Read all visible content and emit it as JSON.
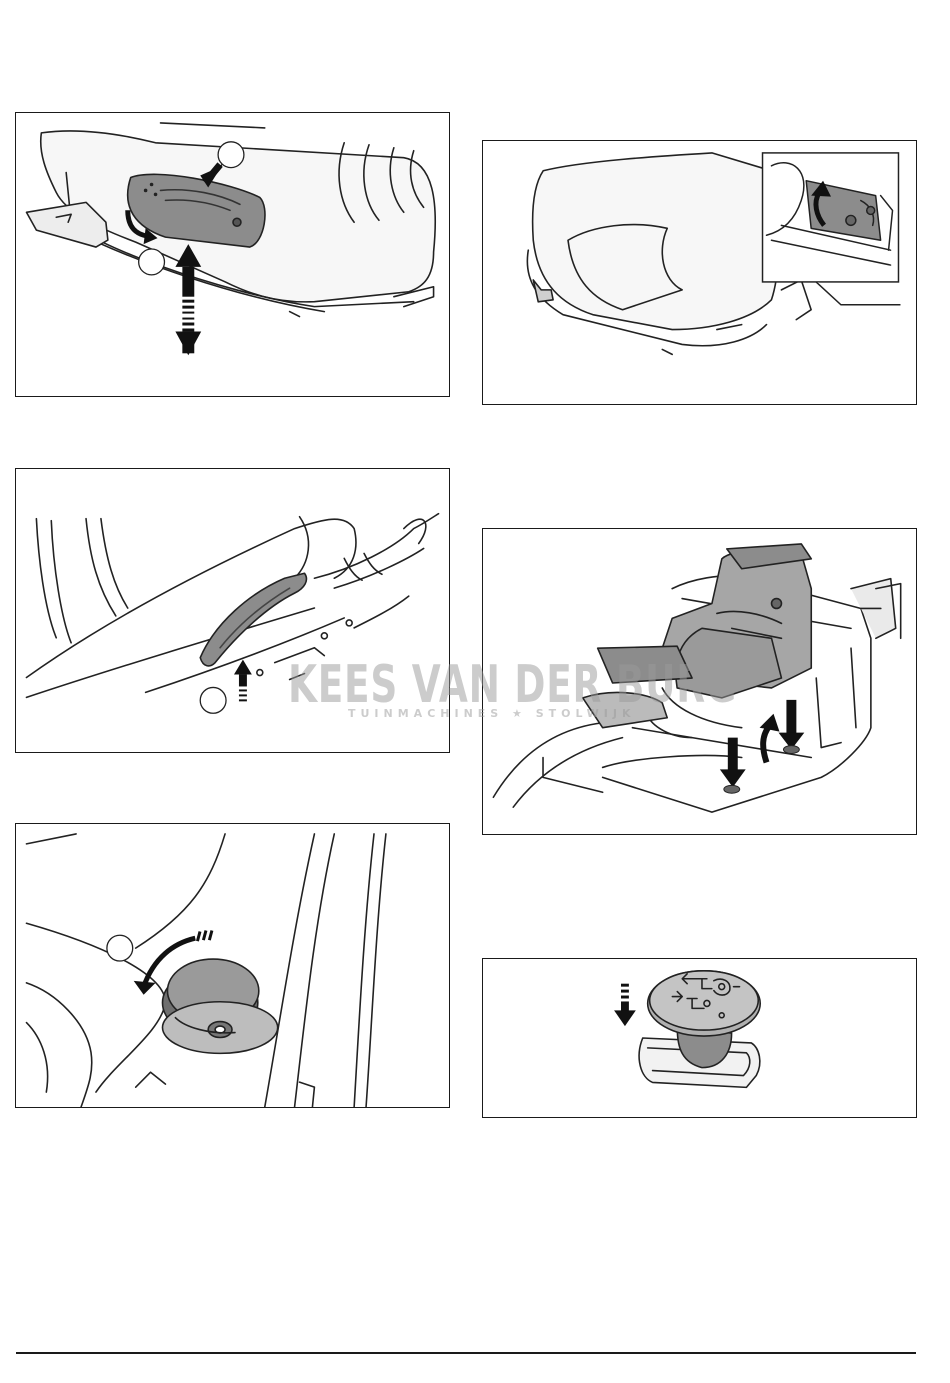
{
  "document": {
    "watermark": {
      "main": "KEES VAN DER BURG",
      "sub": "TUINMACHINES ★ STOLWIJK"
    },
    "figures": [
      {
        "id": "fig-seat-armrest-lever",
        "content": "seat armrest lever with callouts, push and lift arrows"
      },
      {
        "id": "fig-seat-side-lever",
        "content": "seat side lever with callout and up arrow"
      },
      {
        "id": "fig-seat-knob",
        "content": "seat adjustment knob with callout and rotation arrow"
      },
      {
        "id": "fig-seat-latch-detail",
        "content": "seat with inset detail of latch"
      },
      {
        "id": "fig-seat-removal",
        "content": "seat on frame with down and rotate arrows"
      },
      {
        "id": "fig-pto-button",
        "content": "push button with down arrow"
      }
    ],
    "icons": [
      "arrow-down-icon",
      "arrow-up-icon",
      "arrow-rotate-icon",
      "callout-circle-icon"
    ]
  }
}
